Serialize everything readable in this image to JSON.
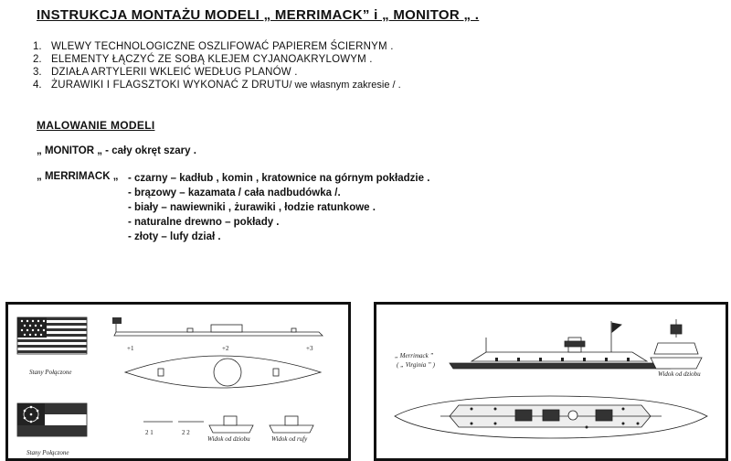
{
  "title": "INSTRUKCJA MONTAŻU MODELI „ MERRIMACK” i „ MONITOR „ .",
  "steps": [
    {
      "num": "1.",
      "text": "WLEWY TECHNOLOGICZNE OSZLIFOWAĆ PAPIEREM ŚCIERNYM .",
      "note": ""
    },
    {
      "num": "2.",
      "text": "ELEMENTY ŁĄCZYĆ ZE SOBĄ KLEJEM CYJANOAKRYLOWYM .",
      "note": ""
    },
    {
      "num": "3.",
      "text": "DZIAŁA ARTYLERII WKLEIĆ WEDŁUG PLANÓW .",
      "note": ""
    },
    {
      "num": "4.",
      "text": "ŻURAWIKI I FLAGSZTOKI WYKONAĆ Z DRUTU",
      "note": " / we własnym zakresie / ."
    }
  ],
  "painting": {
    "heading": "MALOWANIE MODELI",
    "monitor": "„ MONITOR „  - cały okręt szary .",
    "merrimack_label": "„ MERRIMACK „",
    "merrimack_items": [
      "- czarny – kadłub , komin , kratownice na górnym pokładzie .",
      "- brązowy – kazamata / cała nadbudówka /.",
      "- biały – nawiewniki , żurawiki , łodzie ratunkowe .",
      "- naturalne drewno – pokłady .",
      "- złoty – lufy dział ."
    ]
  },
  "left_panel": {
    "flag1_caption": "Stany Połączone",
    "flag2_caption": "Stany Połączone",
    "marker1": "+1",
    "marker2": "+2",
    "marker3": "+3",
    "label_21": "2 1",
    "label_22": "2 2",
    "view_front": "Widok od dziobu",
    "view_stern": "Widok od rufy"
  },
  "right_panel": {
    "ship_name": "„ Merrimack ”",
    "ship_sub": "( „ Virginia ” )",
    "view_front": "Widok od dziobu"
  }
}
